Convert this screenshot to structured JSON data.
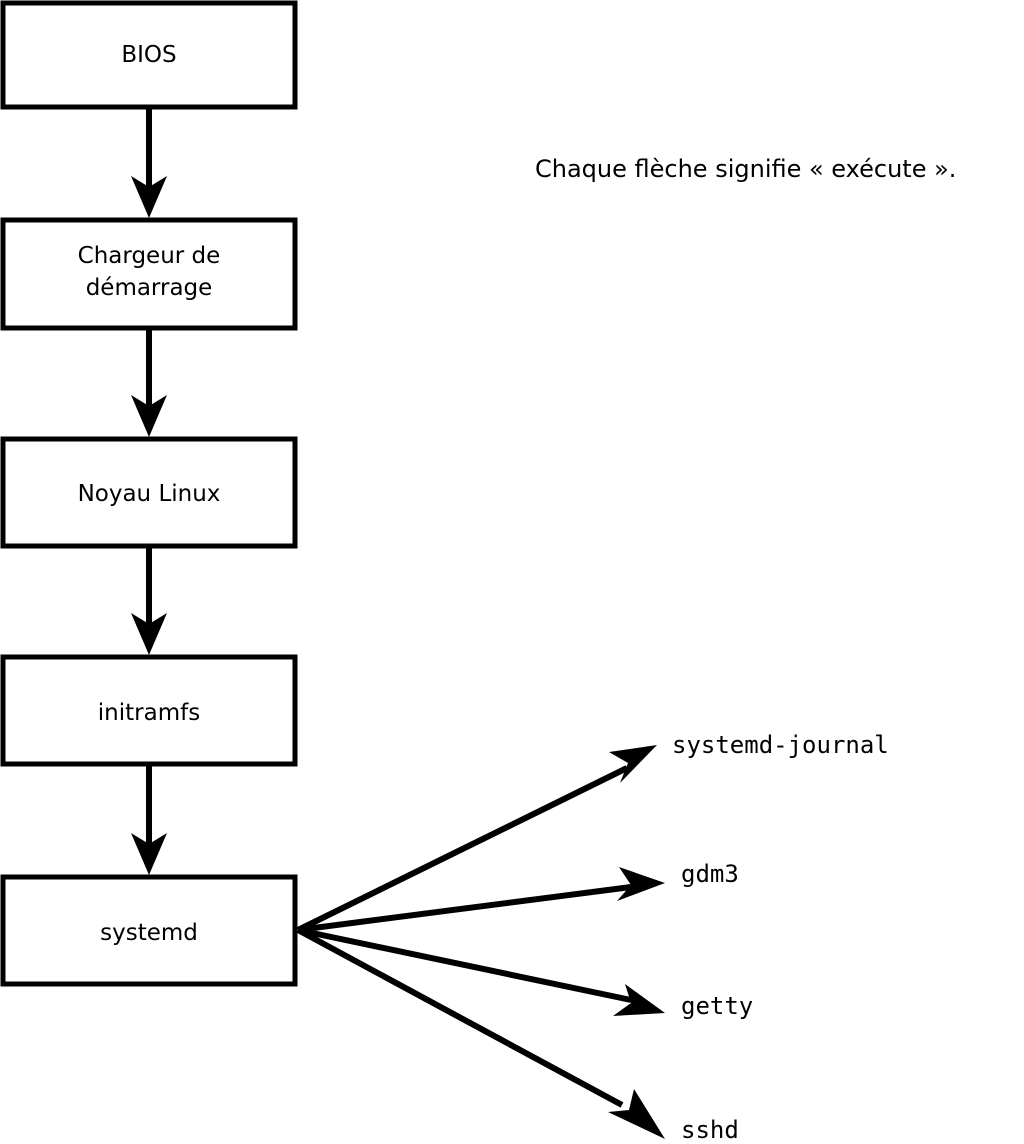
{
  "diagram": {
    "title_caption": "Chaque flèche signifie « exécute ».",
    "nodes": [
      {
        "id": "bios",
        "label": "BIOS",
        "label_line2": ""
      },
      {
        "id": "bootloader",
        "label": "Chargeur de",
        "label_line2": "démarrage"
      },
      {
        "id": "kernel",
        "label": "Noyau Linux",
        "label_line2": ""
      },
      {
        "id": "initramfs",
        "label": "initramfs",
        "label_line2": ""
      },
      {
        "id": "systemd",
        "label": "systemd",
        "label_line2": ""
      }
    ],
    "services": [
      {
        "id": "systemd-journal",
        "label": "systemd-journal"
      },
      {
        "id": "gdm3",
        "label": "gdm3"
      },
      {
        "id": "getty",
        "label": "getty"
      },
      {
        "id": "sshd",
        "label": "sshd"
      }
    ],
    "colors": {
      "stroke": "#000000",
      "fill": "#ffffff",
      "text": "#000000"
    }
  }
}
